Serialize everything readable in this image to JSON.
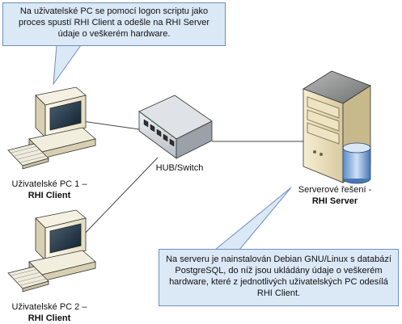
{
  "callouts": {
    "top": "Na uživatelské PC se pomocí logon scriptu jako proces spustí RHI Client a odešle na RHI Server údaje o veškerém hardware.",
    "bottom": "Na serveru je nainstalován Debian GNU/Linux s databází PostgreSQL, do níž jsou ukládány údaje o veškerém hardware, které z jednotlivých uživatelských PC odesílá RHI Client."
  },
  "nodes": {
    "pc1": {
      "label": "Uživatelské PC 1 –",
      "sublabel": "RHI Client"
    },
    "pc2": {
      "label": "Uživatelské PC 2 –",
      "sublabel": "RHI Client"
    },
    "hub": {
      "label": "HUB/Switch"
    },
    "server": {
      "label": "Serverové řešení -",
      "sublabel": "RHI Server"
    }
  }
}
